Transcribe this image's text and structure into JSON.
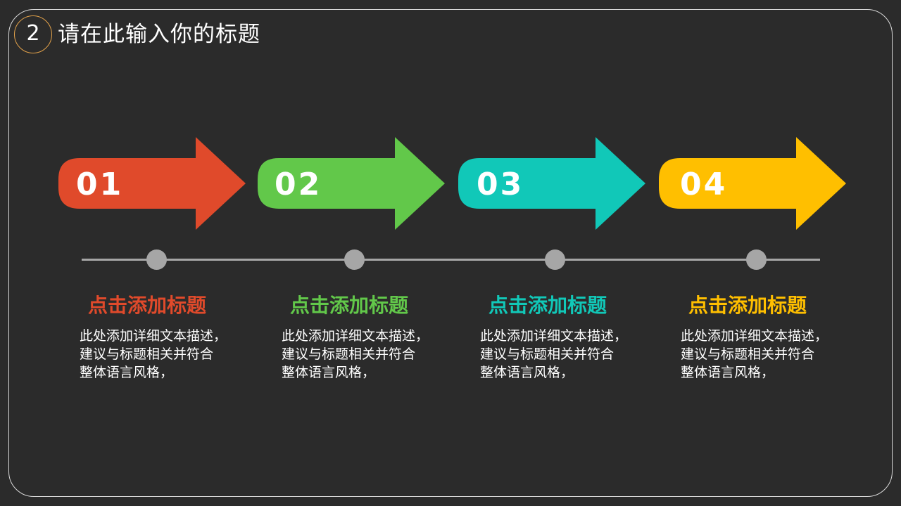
{
  "header": {
    "number": "2",
    "title": "请在此输入你的标题"
  },
  "steps": [
    {
      "number": "01",
      "title": "点击添加标题",
      "description": "此处添加详细文本描述，\n建议与标题相关并符合\n整体语言风格，",
      "color": "#e04a2b"
    },
    {
      "number": "02",
      "title": "点击添加标题",
      "description": "此处添加详细文本描述，\n建议与标题相关并符合\n整体语言风格，",
      "color": "#62c84a"
    },
    {
      "number": "03",
      "title": "点击添加标题",
      "description": "此处添加详细文本描述，\n建议与标题相关并符合\n整体语言风格，",
      "color": "#11c8b8"
    },
    {
      "number": "04",
      "title": "点击添加标题",
      "description": "此处添加详细文本描述，\n建议与标题相关并符合\n整体语言风格，",
      "color": "#ffbf00"
    }
  ],
  "colors": {
    "background": "#2b2b2b",
    "timeline": "#a6a6a6",
    "frame": "#d9d9d9",
    "badge_border": "#e3a24a"
  }
}
